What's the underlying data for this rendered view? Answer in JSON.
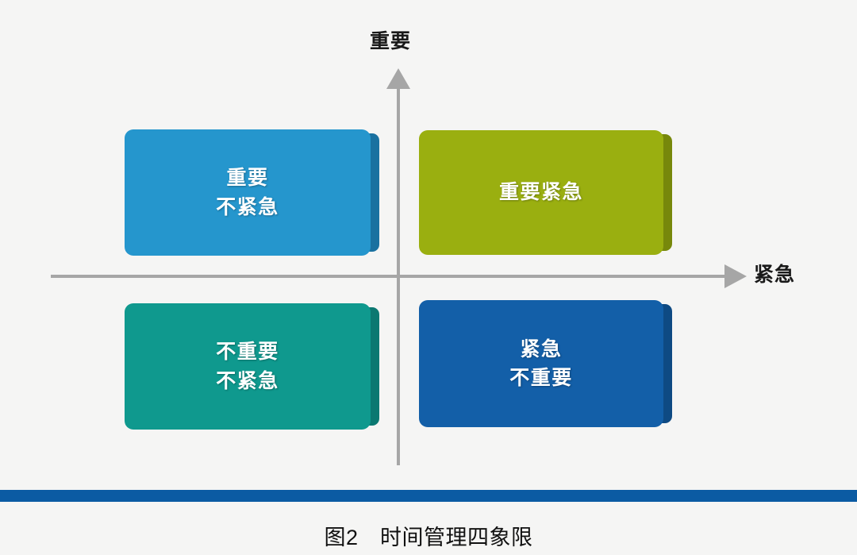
{
  "background_color": "#f5f5f4",
  "axes": {
    "y_label": "重要",
    "x_label": "紧急",
    "line_color": "#a6a6a6"
  },
  "quadrants": [
    {
      "name": "important-not-urgent",
      "lines": [
        "重要",
        "不紧急"
      ],
      "color": "#2596cd",
      "shadow_color": "#1a71a0",
      "position": "top-left"
    },
    {
      "name": "important-urgent",
      "lines": [
        "重要紧急"
      ],
      "color": "#9aaf10",
      "shadow_color": "#77880b",
      "position": "top-right"
    },
    {
      "name": "not-important-not-urgent",
      "lines": [
        "不重要",
        "不紧急"
      ],
      "color": "#0f998e",
      "shadow_color": "#0b7871",
      "position": "bottom-left"
    },
    {
      "name": "urgent-not-important",
      "lines": [
        "紧急",
        "不重要"
      ],
      "color": "#135fa8",
      "shadow_color": "#0e4a83",
      "position": "bottom-right"
    }
  ],
  "footer": {
    "rule_color": "#0b5ba3",
    "caption": "图2　时间管理四象限"
  },
  "chart_data": {
    "type": "diagram",
    "title": "图2　时间管理四象限",
    "xlabel": "紧急",
    "ylabel": "重要",
    "categories": [
      "重要 不紧急",
      "重要紧急",
      "不重要 不紧急",
      "紧急 不重要"
    ],
    "quadrant_map": {
      "upper_left": "重要 不紧急",
      "upper_right": "重要紧急",
      "lower_left": "不重要 不紧急",
      "lower_right": "紧急 不重要"
    }
  }
}
